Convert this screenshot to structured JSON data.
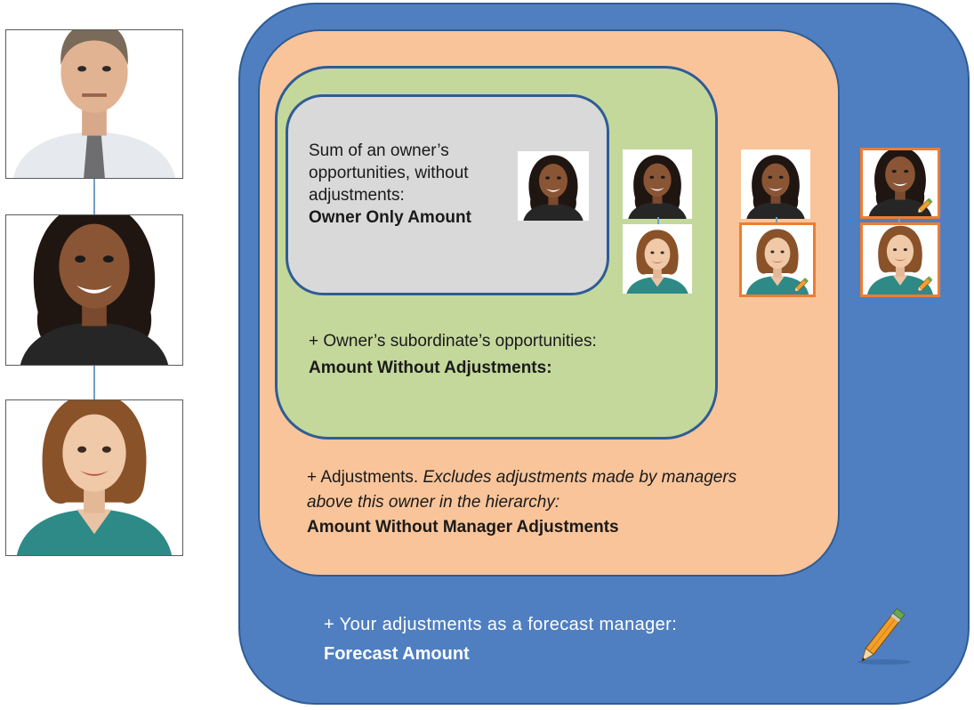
{
  "hierarchy": {
    "people": [
      {
        "name": "manager-portrait",
        "icon": "man-with-tie"
      },
      {
        "name": "owner-portrait",
        "icon": "woman-dark-hair"
      },
      {
        "name": "subordinate-portrait",
        "icon": "woman-auburn-hair"
      }
    ]
  },
  "levels": {
    "owner_only": {
      "description_lines": [
        "Sum of an owner’s",
        "opportunities, without",
        "adjustments:"
      ],
      "term": "Owner Only Amount"
    },
    "without_adjustments": {
      "description": "+  Owner’s subordinate’s opportunities:",
      "term": "Amount Without Adjustments:"
    },
    "without_manager_adjustments": {
      "prefix": "+ Adjustments. ",
      "italic_line1": "Excludes adjustments made by managers",
      "italic_line2": "above this owner in the hierarchy:",
      "term": "Amount Without Manager Adjustments"
    },
    "forecast": {
      "description": "+ Your adjustments as a forecast manager:",
      "term": "Forecast Amount"
    }
  },
  "colors": {
    "outer_blue": "#4f7fc1",
    "orange": "#f9c49a",
    "green": "#c4d89b",
    "gray": "#d9d9d9",
    "border_blue": "#2f5c95",
    "adjusted_border": "#ed7d31"
  },
  "icons": {
    "adjustment_marker": "pencil-icon"
  }
}
